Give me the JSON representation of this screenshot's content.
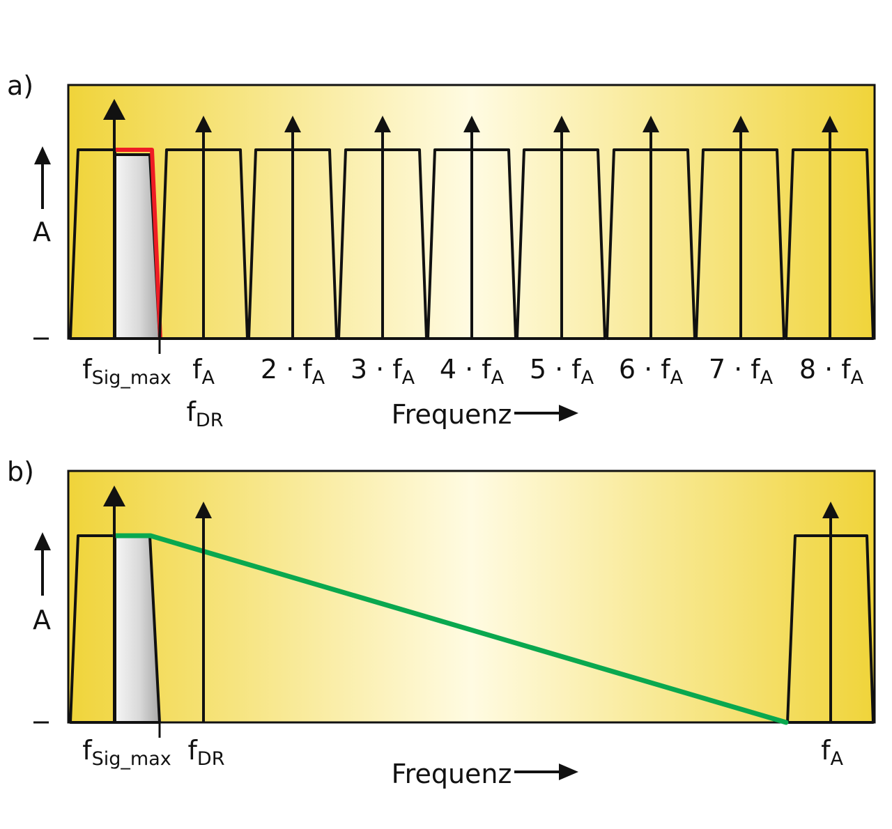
{
  "colors": {
    "background_edge": "#f0d43a",
    "background_center": "#fffbe2",
    "outline": "#111111",
    "filter_red": "#ee1c24",
    "filter_green": "#0aa84f",
    "band_gray_light": "#f6f6f6",
    "band_gray_dark": "#a8a8a8"
  },
  "panels": [
    {
      "id": "a",
      "label": "a)",
      "y_axis_label": "A",
      "x_axis_label": "Frequenz",
      "filter": "red",
      "lines": [
        {
          "sym": "f",
          "sub": "Sig_max",
          "row": 1,
          "anchor": "fsig"
        },
        {
          "sym": "f",
          "sub": "A",
          "row": 1,
          "anchor": "1"
        },
        {
          "sym": "f",
          "sub": "DR",
          "row": 2,
          "anchor": "fdr"
        },
        {
          "pre": "2 · ",
          "sym": "f",
          "sub": "A",
          "row": 1,
          "anchor": "2"
        },
        {
          "pre": "3 · ",
          "sym": "f",
          "sub": "A",
          "row": 1,
          "anchor": "3"
        },
        {
          "pre": "4 · ",
          "sym": "f",
          "sub": "A",
          "row": 1,
          "anchor": "4"
        },
        {
          "pre": "5 · ",
          "sym": "f",
          "sub": "A",
          "row": 1,
          "anchor": "5"
        },
        {
          "pre": "6 · ",
          "sym": "f",
          "sub": "A",
          "row": 1,
          "anchor": "6"
        },
        {
          "pre": "7 · ",
          "sym": "f",
          "sub": "A",
          "row": 1,
          "anchor": "7"
        },
        {
          "pre": "8 · ",
          "sym": "f",
          "sub": "A",
          "row": 1,
          "anchor": "8"
        }
      ]
    },
    {
      "id": "b",
      "label": "b)",
      "y_axis_label": "A",
      "x_axis_label": "Frequenz",
      "filter": "green",
      "lines": [
        {
          "sym": "f",
          "sub": "Sig_max",
          "row": 1,
          "anchor": "fsig"
        },
        {
          "sym": "f",
          "sub": "DR",
          "row": 1,
          "anchor": "fdr"
        },
        {
          "sym": "f",
          "sub": "A",
          "row": 1,
          "anchor": "fa"
        }
      ]
    }
  ]
}
